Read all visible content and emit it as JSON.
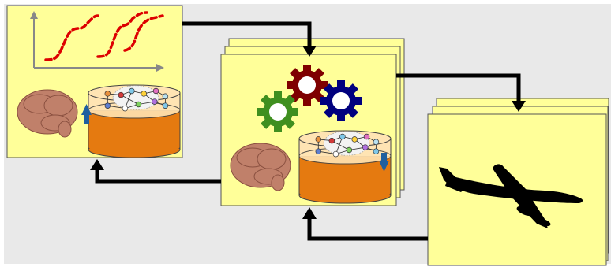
{
  "colors": {
    "background": "#e9e9e9",
    "panel_fill": "#ffff99",
    "panel_stroke": "#555555",
    "curve": "#dd0000",
    "axis": "#888888",
    "connector": "#000000",
    "cylinder_top": "#ffe4b3",
    "cylinder_body": "#e57a10",
    "arrow_up": "#1f5f9f",
    "arrow_down": "#1f5f9f",
    "gear_red": "#7f0000",
    "gear_green": "#3f8f1f",
    "gear_blue": "#00007f",
    "brain": "#c0806a",
    "airplane": "#000000"
  },
  "panels": {
    "left": {
      "icons": [
        "s-curve-chart",
        "brain-icon",
        "knowledge-graph-database-icon",
        "update-up-arrow"
      ]
    },
    "center": {
      "icons": [
        "gear-red-icon",
        "gear-green-icon",
        "gear-blue-icon",
        "brain-icon",
        "knowledge-graph-database-icon",
        "update-down-arrow"
      ]
    },
    "right": {
      "icons": [
        "airplane-icon"
      ]
    }
  },
  "connectors": [
    "left-to-center",
    "center-to-right",
    "right-to-center",
    "center-to-left"
  ]
}
